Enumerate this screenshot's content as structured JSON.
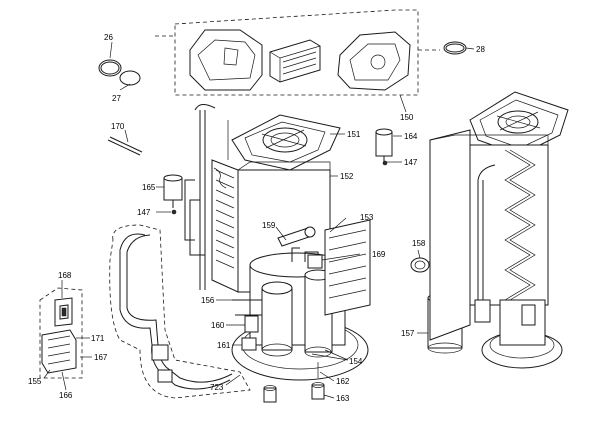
{
  "labels": {
    "p26": "26",
    "p27": "27",
    "p28": "28",
    "p150": "150",
    "p170": "170",
    "p151": "151",
    "p164": "164",
    "p147a": "147",
    "p152": "152",
    "p165": "165",
    "p147b": "147",
    "p153": "153",
    "p159": "159",
    "p169": "169",
    "p158": "158",
    "p168": "168",
    "p156": "156",
    "p160": "160",
    "p171": "171",
    "p161": "161",
    "p167": "167",
    "p154": "154",
    "p157": "157",
    "p155": "155",
    "p166": "166",
    "p723": "723",
    "p162": "162",
    "p163": "163"
  }
}
